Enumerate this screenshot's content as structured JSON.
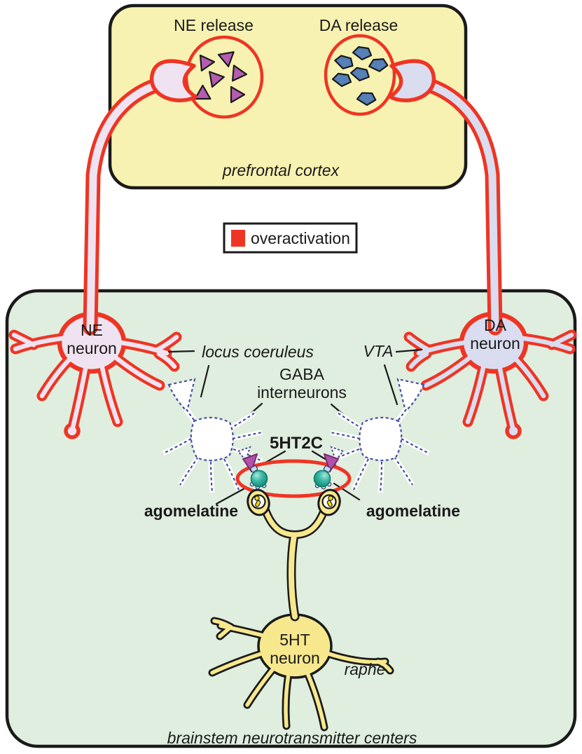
{
  "cortex": {
    "region_label": "prefrontal cortex",
    "ne_release_label": "NE release",
    "da_release_label": "DA release"
  },
  "legend": {
    "overactivation_label": "overactivation"
  },
  "brainstem": {
    "region_label": "brainstem neurotransmitter centers",
    "ne_neuron": {
      "line1": "NE",
      "line2": "neuron"
    },
    "da_neuron": {
      "line1": "DA",
      "line2": "neuron"
    },
    "ht_neuron": {
      "line1": "5HT",
      "line2": "neuron"
    },
    "locus_coeruleus_label": "locus coeruleus",
    "vta_label": "VTA",
    "gaba": {
      "line1": "GABA",
      "line2": "interneurons"
    },
    "receptor_label": "5HT2C",
    "agomelatine_left_label": "agomelatine",
    "agomelatine_right_label": "agomelatine",
    "raphe_label": "raphe"
  },
  "colors": {
    "overactivation_red": "#EE3524",
    "cortex_fill": "#F8F2B2",
    "brainstem_fill": "#DFEEDE",
    "ne_neuron_fill": "#F0E3F1",
    "da_neuron_fill": "#D9DDEF",
    "serotonin_neuron_fill": "#F7E88D",
    "ne_vesicle_purple": "#B55CB2",
    "da_vesicle_blue": "#5580B8",
    "agomelatine_teal": "#2FB3A3",
    "gaba_outline_purple": "#4B4FA5",
    "outline_black": "#1A1A1A"
  }
}
